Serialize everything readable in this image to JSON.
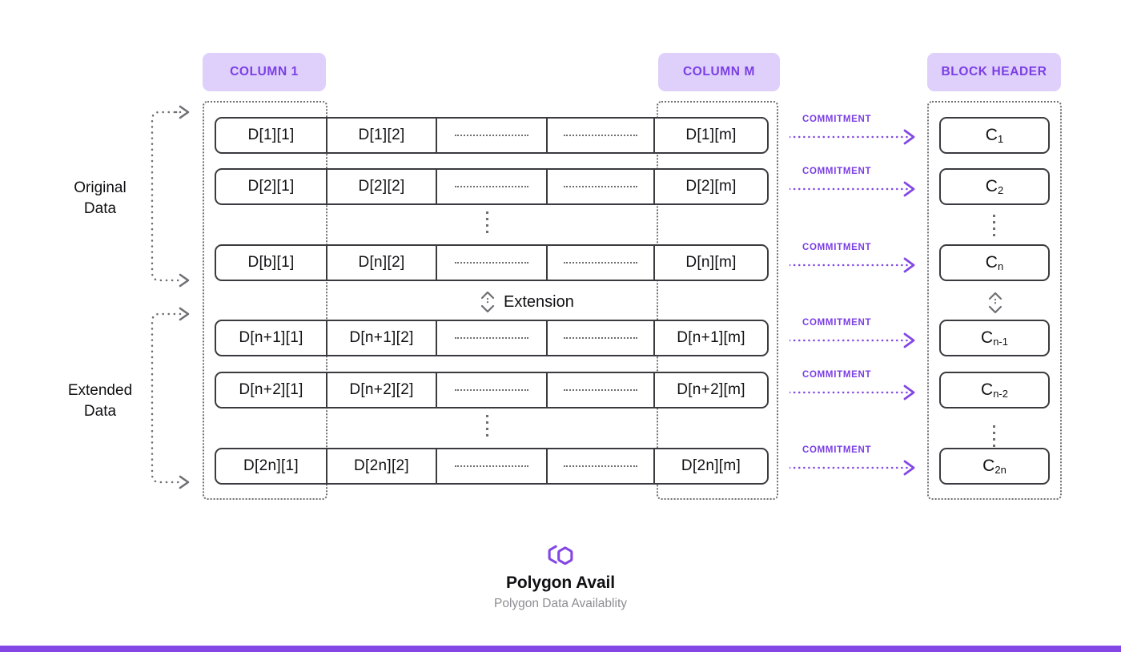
{
  "badges": {
    "column1": "COLUMN 1",
    "columnM": "COLUMN M",
    "blockHeader": "BLOCK HEADER"
  },
  "side_labels": {
    "original": "Original\nData",
    "original_line1": "Original",
    "original_line2": "Data",
    "extended_line1": "Extended",
    "extended_line2": "Data"
  },
  "extension": {
    "label": "Extension",
    "icon": "up-down-arrow-icon"
  },
  "grid": {
    "rows": [
      {
        "id": "row-1",
        "c1": "D[1][1]",
        "c2": "D[1][2]",
        "cm": "D[1][m]"
      },
      {
        "id": "row-2",
        "c1": "D[2][1]",
        "c2": "D[2][2]",
        "cm": "D[2][m]"
      },
      {
        "id": "row-n",
        "c1": "D[b][1]",
        "c2": "D[n][2]",
        "cm": "D[n][m]"
      },
      {
        "id": "row-n1",
        "c1": "D[n+1][1]",
        "c2": "D[n+1][2]",
        "cm": "D[n+1][m]"
      },
      {
        "id": "row-n2",
        "c1": "D[n+2][1]",
        "c2": "D[n+2][2]",
        "cm": "D[n+2][m]"
      },
      {
        "id": "row-2n",
        "c1": "D[2n][1]",
        "c2": "D[2n][2]",
        "cm": "D[2n][m]"
      }
    ]
  },
  "commitments": [
    {
      "label": "COMMITMENT"
    },
    {
      "label": "COMMITMENT"
    },
    {
      "label": "COMMITMENT"
    },
    {
      "label": "COMMITMENT"
    },
    {
      "label": "COMMITMENT"
    },
    {
      "label": "COMMITMENT"
    }
  ],
  "block_header": {
    "boxes": [
      {
        "base": "C",
        "sub": "1"
      },
      {
        "base": "C",
        "sub": "2"
      },
      {
        "base": "C",
        "sub": "n"
      },
      {
        "base": "C",
        "sub": "n-1"
      },
      {
        "base": "C",
        "sub": "n-2"
      },
      {
        "base": "C",
        "sub": "2n"
      }
    ]
  },
  "footer": {
    "logo": "polygon-logo-icon",
    "title": "Polygon Avail",
    "subtitle": "Polygon Data Availablity"
  },
  "colors": {
    "accent_purple": "#8247E5",
    "badge_text": "#7B3FE4",
    "badge_bg": "#DECFFB",
    "stroke_dark": "#3b3b3f",
    "stroke_gray": "#6e6e73",
    "subtitle_gray": "#8e8e93"
  }
}
